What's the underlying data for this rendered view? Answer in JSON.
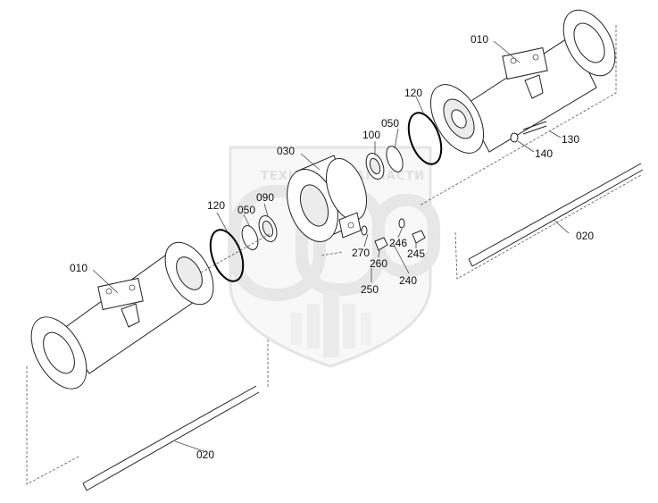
{
  "diagram": {
    "callouts": {
      "c010_right": "010",
      "c010_left": "010",
      "c020_right": "020",
      "c020_left": "020",
      "c030": "030",
      "c050_top": "050",
      "c050_left": "050",
      "c090": "090",
      "c100": "100",
      "c120_top": "120",
      "c120_left": "120",
      "c130": "130",
      "c140": "140",
      "c240": "240",
      "c245": "245",
      "c246": "246",
      "c250": "250",
      "c260": "260",
      "c270": "270"
    },
    "watermark": {
      "word1": "ТЕХНИКА",
      "word2": "ЗАПЧАСТИ"
    }
  }
}
